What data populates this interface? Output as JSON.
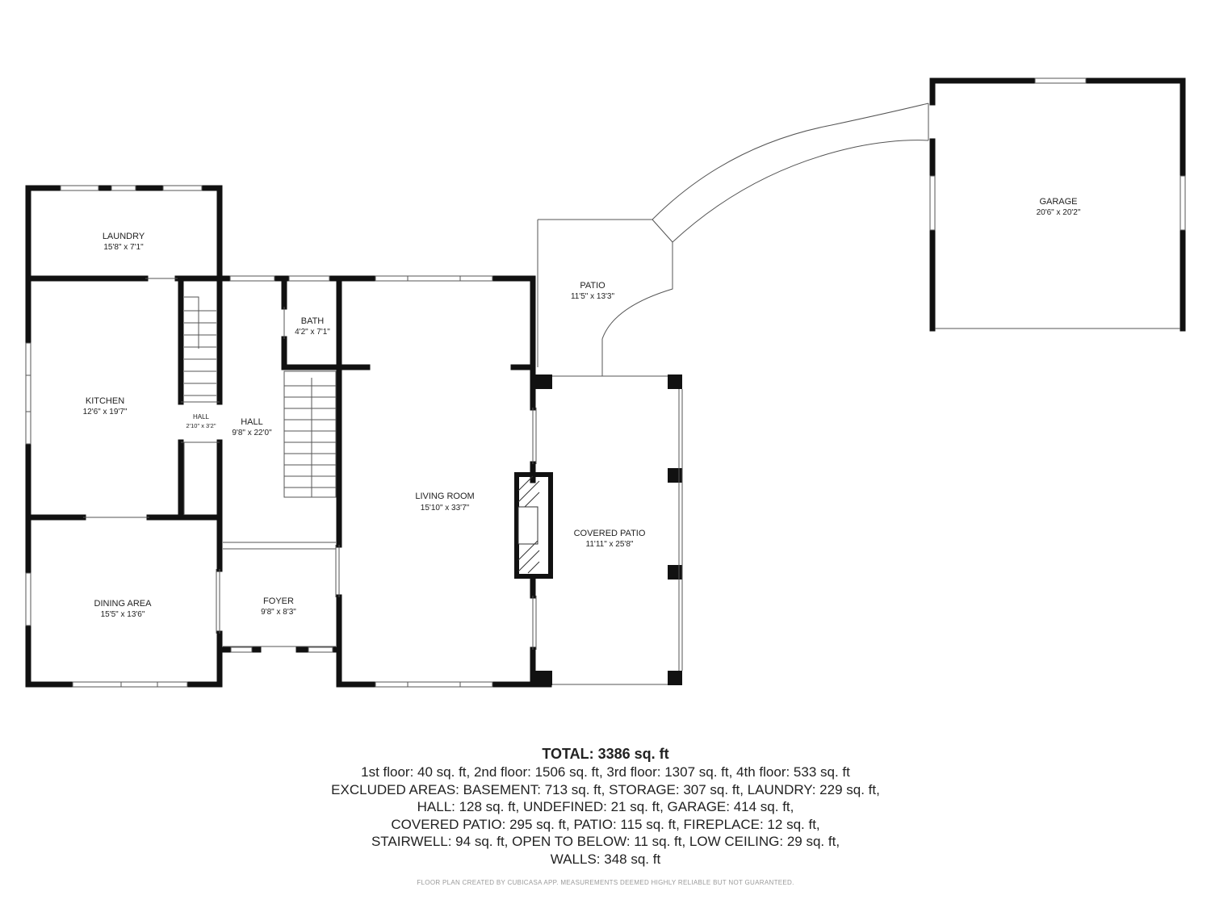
{
  "rooms": {
    "laundry": {
      "name": "LAUNDRY",
      "dim": "15'8\" x 7'1\""
    },
    "kitchen": {
      "name": "KITCHEN",
      "dim": "12'6\" x 19'7\""
    },
    "hall_small": {
      "name": "HALL",
      "dim": "2'10\" x 3'2\""
    },
    "hall": {
      "name": "HALL",
      "dim": "9'8\" x 22'0\""
    },
    "bath": {
      "name": "BATH",
      "dim": "4'2\" x 7'1\""
    },
    "living_room": {
      "name": "LIVING ROOM",
      "dim": "15'10\" x 33'7\""
    },
    "patio": {
      "name": "PATIO",
      "dim": "11'5\" x 13'3\""
    },
    "covered_patio": {
      "name": "COVERED PATIO",
      "dim": "11'11\" x 25'8\""
    },
    "garage": {
      "name": "GARAGE",
      "dim": "20'6\" x 20'2\""
    },
    "dining_area": {
      "name": "DINING AREA",
      "dim": "15'5\" x 13'6\""
    },
    "foyer": {
      "name": "FOYER",
      "dim": "9'8\" x 8'3\""
    }
  },
  "summary": {
    "total": "TOTAL: 3386 sq. ft",
    "lines": [
      "1st floor: 40 sq. ft, 2nd floor: 1506 sq. ft, 3rd floor: 1307 sq. ft, 4th floor: 533 sq. ft",
      "EXCLUDED AREAS: BASEMENT: 713 sq. ft, STORAGE: 307 sq. ft, LAUNDRY: 229 sq. ft,",
      "HALL: 128 sq. ft, UNDEFINED: 21 sq. ft, GARAGE: 414 sq. ft,",
      "COVERED PATIO: 295 sq. ft, PATIO: 115 sq. ft, FIREPLACE: 12 sq. ft,",
      "STAIRWELL: 94 sq. ft, OPEN TO BELOW: 11 sq. ft, LOW CEILING: 29 sq. ft,",
      "WALLS: 348 sq. ft"
    ]
  },
  "footer": "FLOOR PLAN CREATED BY CUBICASA APP. MEASUREMENTS DEEMED HIGHLY RELIABLE BUT NOT GUARANTEED.",
  "colors": {
    "wall": "#111111",
    "thin_line": "#555555",
    "text": "#222222",
    "footer": "#9a9a9a"
  }
}
